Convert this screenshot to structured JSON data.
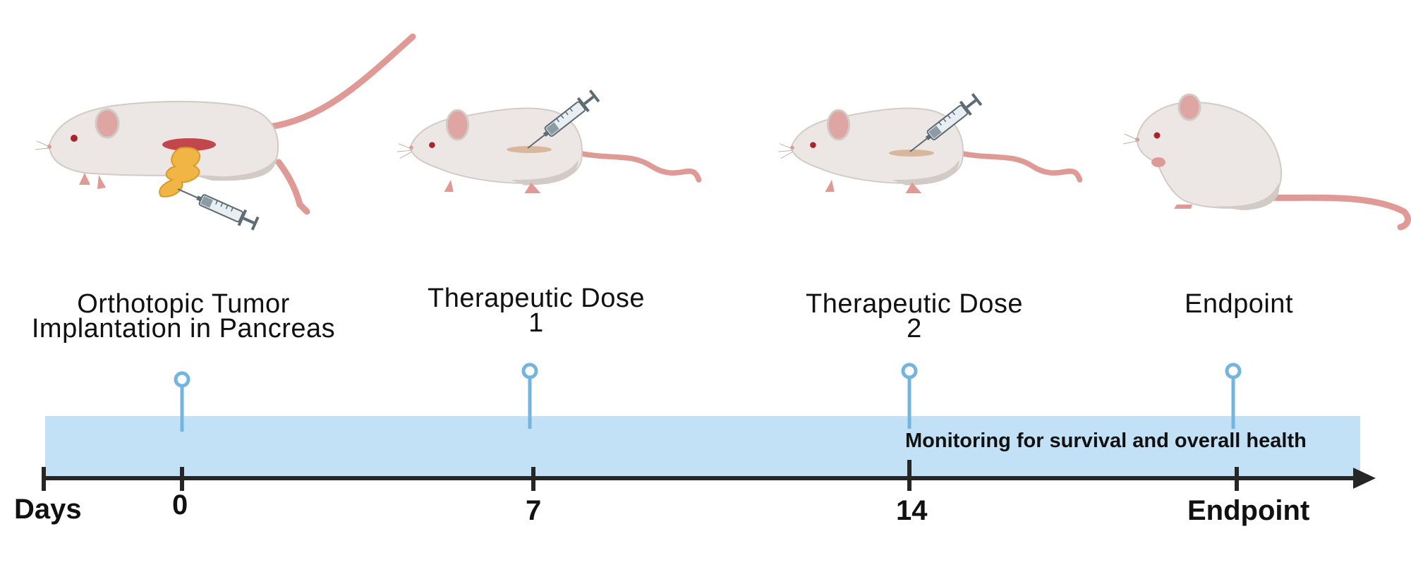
{
  "colors": {
    "band": "#c3e1f6",
    "marker": "#74b5e0",
    "axis": "#262626",
    "mouse_body": "#ece7e4",
    "mouse_shade": "#d2cac5",
    "tail": "#e09a95",
    "ear": "#dfa5a2",
    "tumor": "#f0b545",
    "spleen": "#c2474c",
    "eye": "#a8262b",
    "syringe_barrel": "#e9eef2",
    "syringe_dark": "#5e6b73"
  },
  "events": [
    {
      "line1": "Orthotopic Tumor",
      "line2": "Implantation in Pancreas",
      "day": "0",
      "icon": "mouse-with-pancreas-tumor-and-syringe-icon"
    },
    {
      "line1": "Therapeutic Dose",
      "line2": "1",
      "day": "7",
      "icon": "mouse-with-syringe-injection-icon"
    },
    {
      "line1": "Therapeutic Dose",
      "line2": "2",
      "day": "14",
      "icon": "mouse-with-syringe-injection-icon"
    },
    {
      "line1": "Endpoint",
      "line2": "",
      "day": "Endpoint",
      "icon": "sitting-mouse-icon"
    }
  ],
  "axis_label": "Days",
  "monitoring_text": "Monitoring for survival and overall health"
}
